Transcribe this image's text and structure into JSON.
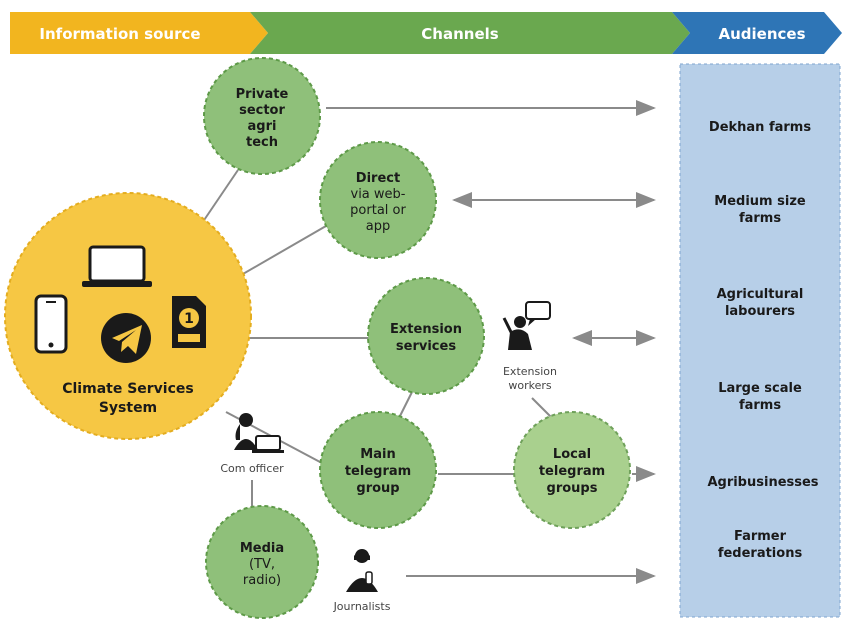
{
  "header": {
    "source_label": "Information source",
    "channels_label": "Channels",
    "audiences_label": "Audiences"
  },
  "colors": {
    "source_arrow": "#f2b51f",
    "channels_arrow": "#6aa84f",
    "audiences_arrow": "#2e75b6",
    "audience_panel": "#b7cfe8",
    "channel_circle": "#8fc07a",
    "channel_circle_light": "#a9d08e",
    "source_circle": "#f6c744"
  },
  "source": {
    "label_line1": "Climate Services",
    "label_line2": "System",
    "icons": [
      "laptop-icon",
      "smartphone-icon",
      "telegram-icon",
      "sim-app-icon"
    ]
  },
  "channels": {
    "private": [
      "Private",
      "sector",
      "agri",
      "tech"
    ],
    "direct": [
      "Direct",
      "via web-",
      "portal or",
      "app"
    ],
    "extension": [
      "Extension",
      "services"
    ],
    "main_telegram": [
      "Main",
      "telegram",
      "group"
    ],
    "local_telegram": [
      "Local",
      "telegram",
      "groups"
    ],
    "media": [
      "Media",
      "(TV,",
      "radio)"
    ]
  },
  "actors": {
    "extension_workers": [
      "Extension",
      "workers"
    ],
    "comm_officer": "Com officer",
    "journalists": "Journalists"
  },
  "audiences": [
    [
      "Dekhan farms"
    ],
    [
      "Medium size",
      "farms"
    ],
    [
      "Agricultural",
      "labourers"
    ],
    [
      "Large scale",
      "farms"
    ],
    [
      "Agribusinesses"
    ],
    [
      "Farmer",
      "federations"
    ]
  ]
}
